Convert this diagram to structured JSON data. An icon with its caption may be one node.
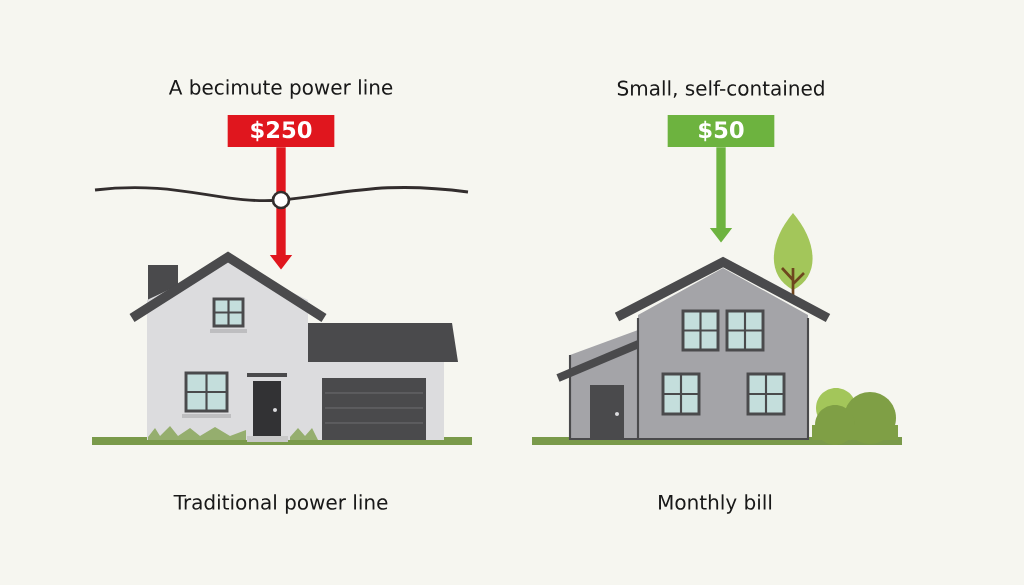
{
  "diagram": {
    "nodes": [
      {
        "text": [
          "$250"
        ]
      },
      {
        "text": [],
        "shape": "picture"
      },
      {
        "text": [
          "$50"
        ]
      },
      {
        "text": [],
        "shape": "picture"
      }
    ],
    "edges": [
      {
        "from": 0,
        "to": 1,
        "arrow": "to",
        "color": "#e0161e"
      },
      {
        "from": 2,
        "to": 3,
        "arrow": "to",
        "color": "#6db33f"
      }
    ],
    "labels": [
      "A becimute power line",
      "Small, self-contained",
      "Traditional power line",
      "Monthly bill"
    ]
  }
}
